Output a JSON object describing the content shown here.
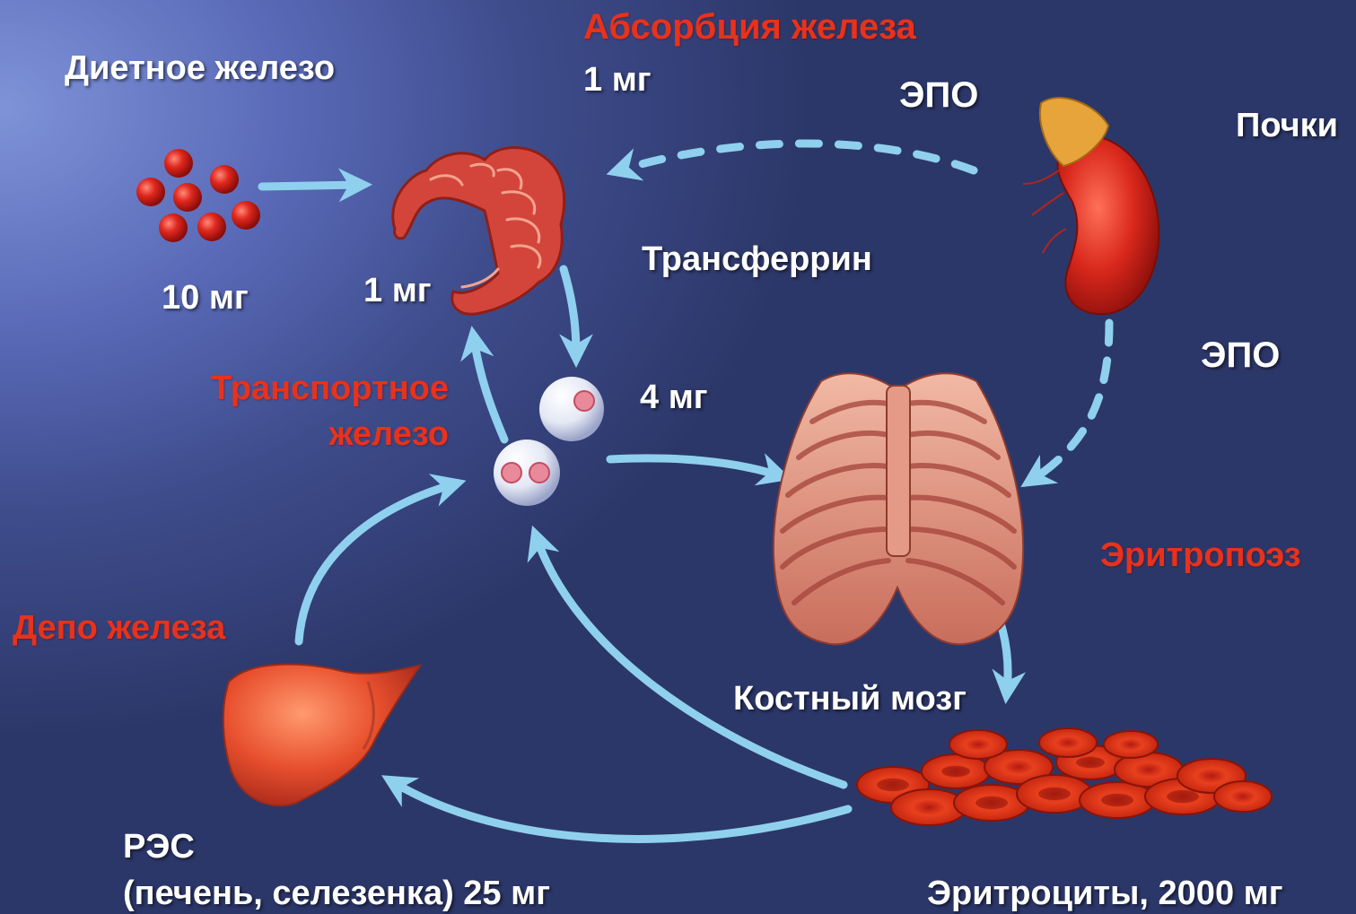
{
  "labels": {
    "absorption_title": "Абсорбция железа",
    "absorption_amount": "1 мг",
    "dietary_iron": "Диетное железо",
    "dietary_amount": "10 мг",
    "gut_amount": "1 мг",
    "epo_top": "ЭПО",
    "kidneys": "Почки",
    "transferrin": "Трансферрин",
    "epo_right": "ЭПО",
    "transport_iron_line1": "Транспортное",
    "transport_iron_line2": "железо",
    "transport_amount": "4 мг",
    "erythropoiesis": "Эритропоэз",
    "iron_depot": "Депо железа",
    "bone_marrow": "Костный мозг",
    "res_line1": "РЭС",
    "res_line2": "(печень, селезенка) 25 мг",
    "erythrocytes": "Эритроциты, 2000 мг"
  },
  "colors": {
    "background": "#4a5aa2",
    "label_white": "#ffffff",
    "label_red": "#e8321b",
    "arrow": "#8fd0ef",
    "organ_red": "#d9362a"
  },
  "icons": [
    "iron-pellets-icon",
    "intestine-icon",
    "kidney-icon",
    "transferrin-icon",
    "ribcage-icon",
    "liver-icon",
    "erythrocytes-icon"
  ]
}
